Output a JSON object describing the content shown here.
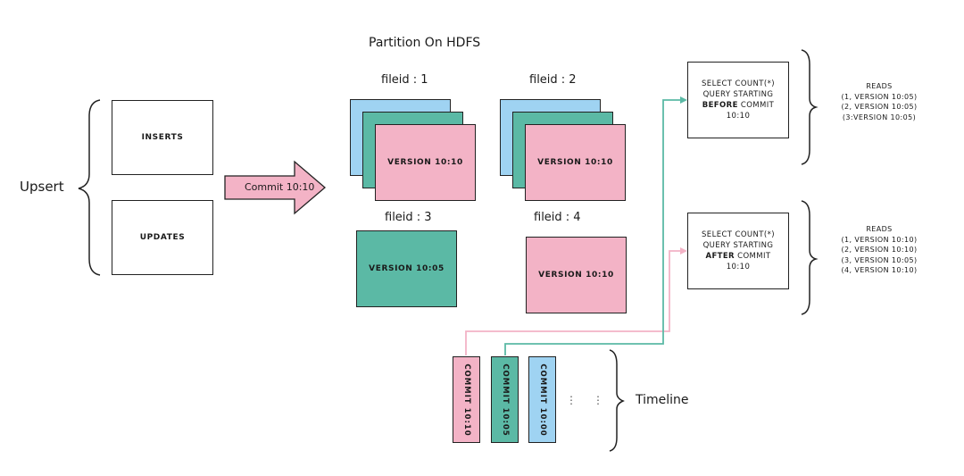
{
  "upsert": {
    "label": "Upsert",
    "inserts_label": "INSERTS",
    "updates_label": "UPDATES"
  },
  "commit_arrow": {
    "label": "Commit 10:10",
    "color": "#f3b3c6"
  },
  "partition": {
    "title": "Partition On HDFS",
    "files": [
      {
        "label": "fileid : 1",
        "version": "VERSION 10:10",
        "stacked": true,
        "top_color": "#f3b3c6"
      },
      {
        "label": "fileid : 2",
        "version": "VERSION 10:10",
        "stacked": true,
        "top_color": "#f3b3c6"
      },
      {
        "label": "fileid : 3",
        "version": "VERSION 10:05",
        "stacked": false,
        "top_color": "#5bb9a5"
      },
      {
        "label": "fileid : 4",
        "version": "VERSION 10:10",
        "stacked": false,
        "top_color": "#f3b3c6"
      }
    ]
  },
  "queries": [
    {
      "line1": "SELECT COUNT(*)",
      "line2": "QUERY STARTING",
      "emphasis": "BEFORE",
      "line3_rest": " COMMIT",
      "line4": "10:10",
      "reads_title": "READS",
      "reads": [
        "(1, VERSION 10:05)",
        "(2, VERSION 10:05)",
        "(3:VERSION 10:05)"
      ],
      "connector_color": "#5bb9a5"
    },
    {
      "line1": "SELECT COUNT(*)",
      "line2": "QUERY STARTING",
      "emphasis": "AFTER",
      "line3_rest": " COMMIT",
      "line4": "10:10",
      "reads_title": "READS",
      "reads": [
        "(1, VERSION 10:10)",
        "(2, VERSION 10:10)",
        "(3, VERSION 10:05)",
        "(4, VERSION 10:10)"
      ],
      "connector_color": "#f3b3c6"
    }
  ],
  "timeline": {
    "label": "Timeline",
    "commits": [
      {
        "label": "COMMIT 10:10",
        "color": "#f3b3c6"
      },
      {
        "label": "COMMIT 10:05",
        "color": "#5bb9a5"
      },
      {
        "label": "COMMIT 10:00",
        "color": "#9fd3f2"
      }
    ],
    "ellipsis": [
      "⋮",
      "⋮"
    ]
  },
  "colors": {
    "blue": "#9fd3f2",
    "green": "#5bb9a5",
    "pink": "#f3b3c6"
  }
}
